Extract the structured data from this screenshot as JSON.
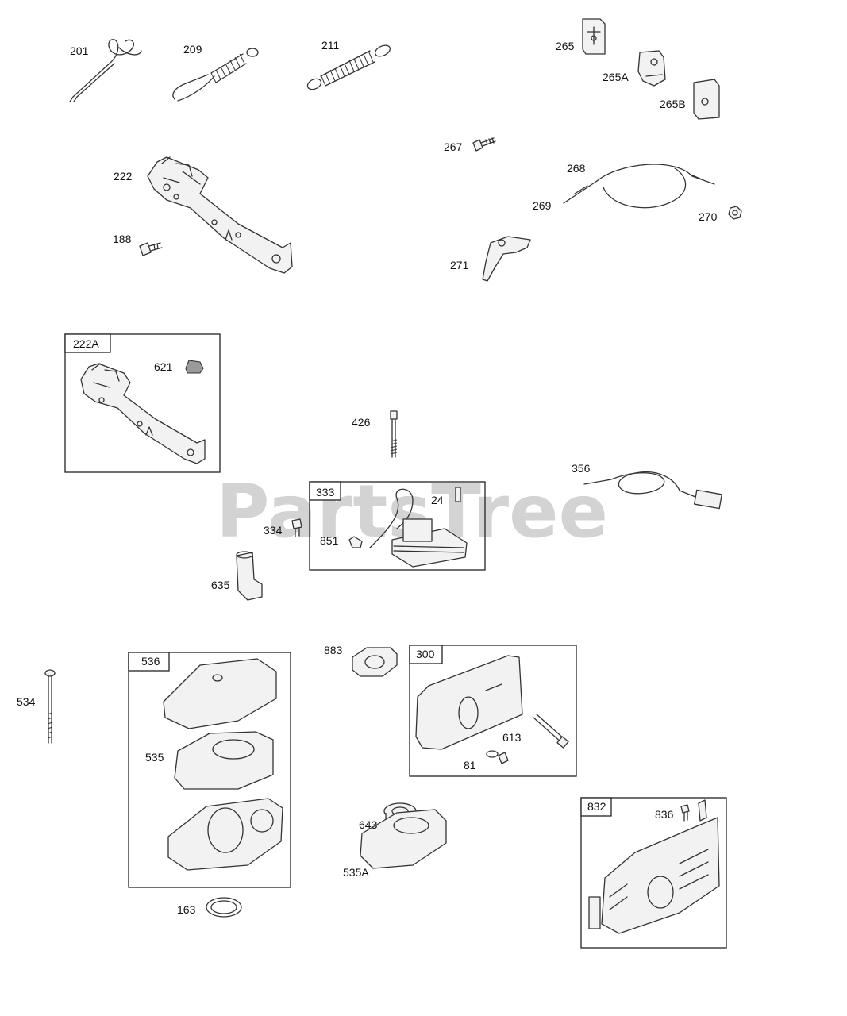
{
  "watermark": "PartsTree",
  "callouts": [
    "201",
    "209",
    "211",
    "265",
    "265A",
    "265B",
    "267",
    "268",
    "269",
    "270",
    "222",
    "188",
    "271",
    "222A",
    "621",
    "426",
    "356",
    "333",
    "24",
    "334",
    "851",
    "635",
    "883",
    "300",
    "536",
    "534",
    "535",
    "613",
    "81",
    "643",
    "832",
    "836",
    "535A",
    "163"
  ]
}
